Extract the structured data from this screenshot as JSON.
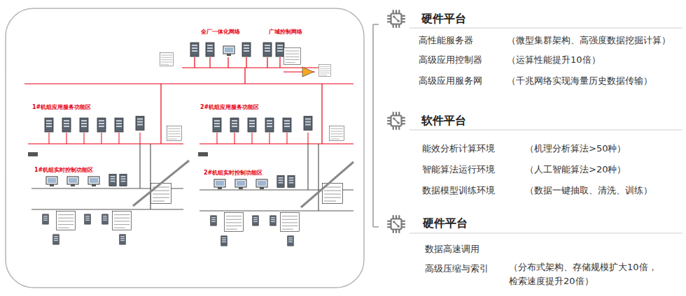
{
  "diagram": {
    "labels": [
      "全厂一体化网络",
      "广域控制网络",
      "1#机组应用服务功能区",
      "2#机组应用服务功能区",
      "1#机组实时控制功能区",
      "2#机组实时控制功能区",
      "硬件平台",
      "高性能服务器",
      "（微型集群架构、高强度数据挖掘计算）",
      "高级应用控制器",
      "（运算性能提升10倍）",
      "高级应用服务网",
      "（千兆网络实现海量历史数据传输）",
      "软件平台",
      "能效分析计算环境",
      "（机理分析算法>50种）",
      "智能算法运行环境",
      "（人工智能算法>20种）",
      "数据模型训练环境",
      "（数据一键抽取、清洗、训练）",
      "硬件平台",
      "数据高速调用",
      "高级压缩与索引",
      "（分布式架构、存储规模扩大10倍，检索速度提升20倍）"
    ]
  }
}
